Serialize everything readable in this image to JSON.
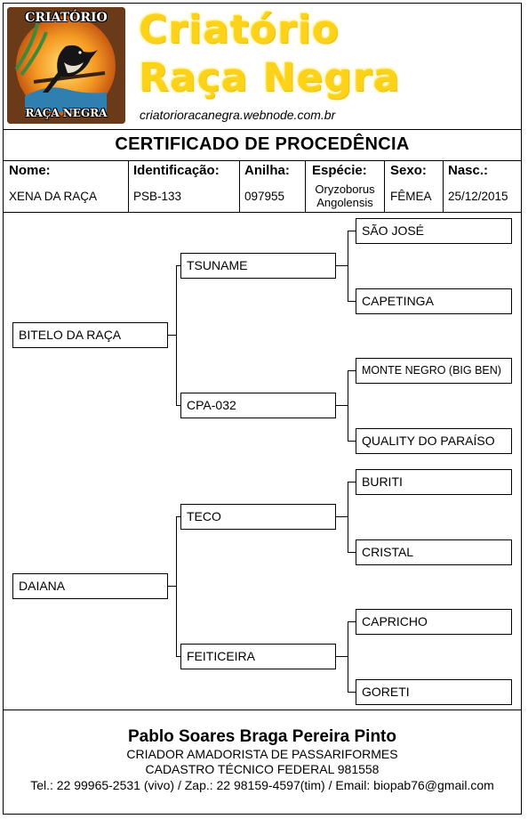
{
  "header": {
    "logo": {
      "top_text": "CRIATÓRIO",
      "bottom_text": "RAÇA NEGRA",
      "icon": "bird-on-branch-icon"
    },
    "brand_line1": "Criatório",
    "brand_line2": "Raça Negra",
    "website": "criatorioracanegra.webnode.com.br"
  },
  "certificate_title": "CERTIFICADO DE PROCEDÊNCIA",
  "info": {
    "nome_label": "Nome:",
    "nome": "XENA DA RAÇA",
    "ident_label": "Identificação:",
    "ident": "PSB-133",
    "anilha_label": "Anilha:",
    "anilha": "097955",
    "especie_label": "Espécie:",
    "especie_line1": "Oryzoborus",
    "especie_line2": "Angolensis",
    "sexo_label": "Sexo:",
    "sexo": "FÊMEA",
    "nasc_label": "Nasc.:",
    "nasc": "25/12/2015"
  },
  "pedigree": {
    "father": "BITELO DA RAÇA",
    "mother": "DAIANA",
    "paternal_grandfather": "TSUNAME",
    "paternal_grandmother": "CPA-032",
    "maternal_grandfather": "TECO",
    "maternal_grandmother": "FEITICEIRA",
    "gg1": "SÃO JOSÉ",
    "gg2": "CAPETINGA",
    "gg3": "MONTE NEGRO (BIG BEN)",
    "gg4": "QUALITY DO PARAÍSO",
    "gg5": "BURITI",
    "gg6": "CRISTAL",
    "gg7": "CAPRICHO",
    "gg8": "GORETI"
  },
  "footer": {
    "owner": "Pablo Soares Braga Pereira Pinto",
    "role": "CRIADOR AMADORISTA DE PASSARIFORMES",
    "register": "CADASTRO TÉCNICO FEDERAL 981558",
    "contact": "Tel.: 22 99965-2531 (vivo) / Zap.: 22 98159-4597(tim) / Email: biopab76@gmail.com"
  }
}
